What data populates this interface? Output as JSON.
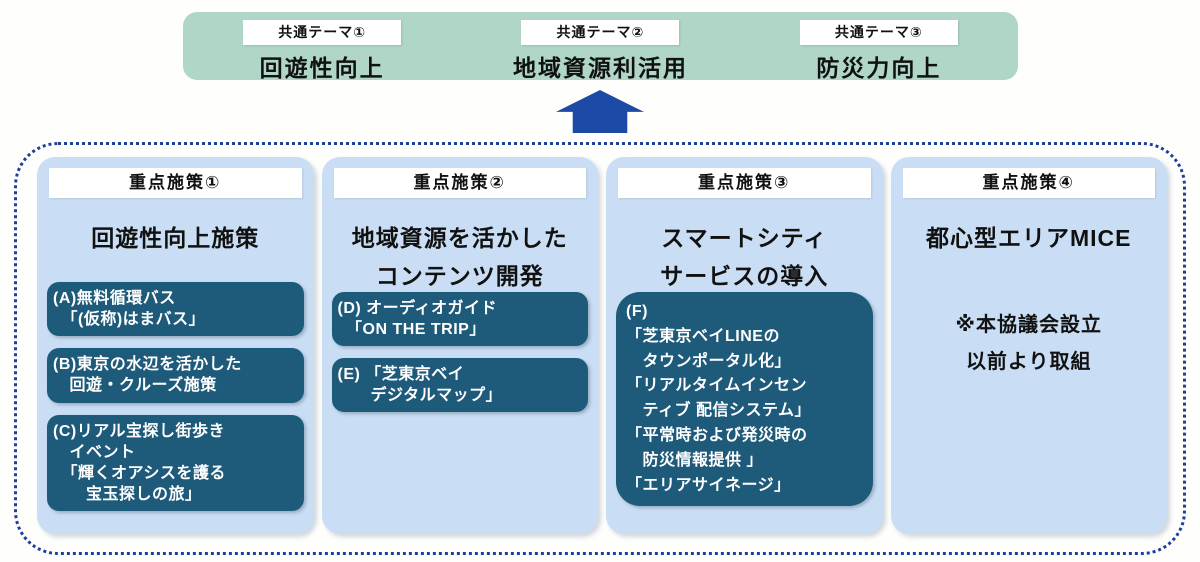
{
  "colors": {
    "theme_band_green": "#afd6c6",
    "column_blue": "#c9def4",
    "item_teal": "#1e5a7a",
    "arrow_navy": "#1c4aa5",
    "dotted_border_navy": "#1e3f9c"
  },
  "themes": {
    "items": [
      {
        "badge": "共通テーマ①",
        "title": "回遊性向上"
      },
      {
        "badge": "共通テーマ②",
        "title": "地域資源利活用"
      },
      {
        "badge": "共通テーマ③",
        "title": "防災力向上"
      }
    ]
  },
  "measures": {
    "columns": [
      {
        "badge": "重点施策①",
        "title": "回遊性向上施策",
        "items": [
          {
            "text": "(A)無料循環バス\n　「(仮称)はまバス」"
          },
          {
            "text": "(B)東京の水辺を活かした\n　回遊・クルーズ施策"
          },
          {
            "text": "(C)リアル宝探し街歩き\n　イベント\n　「輝くオアシスを護る\n　　宝玉探しの旅」"
          }
        ]
      },
      {
        "badge": "重点施策②",
        "title": "地域資源を活かした\nコンテンツ開発",
        "items": [
          {
            "text": "(D) オーディオガイド\n　「ON THE TRIP」"
          },
          {
            "text": "(E) 「芝東京ベイ\n　　デジタルマップ」"
          }
        ]
      },
      {
        "badge": "重点施策③",
        "title": "スマートシティ\nサービスの導入",
        "items": [
          {
            "text": "(F)\n「芝東京ベイLINEの\n　タウンポータル化」\n「リアルタイムインセン\n　ティブ 配信システム」\n「平常時および発災時の\n　防災情報提供 」\n「エリアサイネージ」"
          }
        ]
      },
      {
        "badge": "重点施策④",
        "title": "都心型エリアMICE",
        "note": "※本協議会設立\n以前より取組",
        "items": []
      }
    ]
  }
}
